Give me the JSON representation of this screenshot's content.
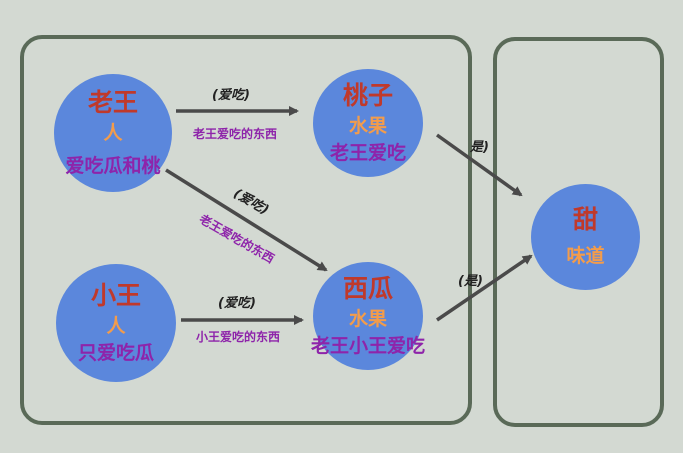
{
  "groups": [
    "left-group",
    "right-group"
  ],
  "nodes": {
    "laowang": {
      "name": "老王",
      "type": "人",
      "desc": "爱吃瓜和桃"
    },
    "xiaowang": {
      "name": "小王",
      "type": "人",
      "desc": "只爱吃瓜"
    },
    "taozi": {
      "name": "桃子",
      "type": "水果",
      "desc": "老王爱吃"
    },
    "xigua": {
      "name": "西瓜",
      "type": "水果",
      "desc": "老王小王爱吃"
    },
    "tian": {
      "name": "甜",
      "type": "味道",
      "desc": ""
    }
  },
  "edges": {
    "laowang_taozi": {
      "relation": "(爱吃)",
      "desc": "老王爱吃的东西"
    },
    "laowang_xigua": {
      "relation": "(爱吃)",
      "desc": "老王爱吃的东西"
    },
    "xiaowang_xigua": {
      "relation": "(爱吃)",
      "desc": "小王爱吃的东西"
    },
    "taozi_tian": {
      "relation": "是)"
    },
    "xigua_tian": {
      "relation": "(是)"
    }
  }
}
